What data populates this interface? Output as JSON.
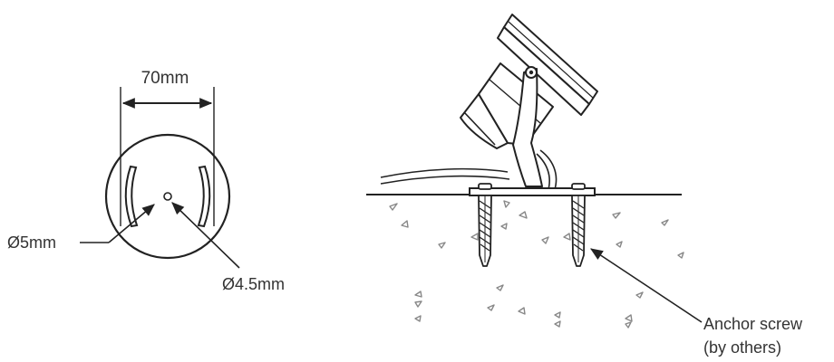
{
  "labels": {
    "width_dimension": "70mm",
    "slot_diameter": "Ø5mm",
    "center_hole_diameter": "Ø4.5mm",
    "anchor_line1": "Anchor screw",
    "anchor_line2": "(by others)"
  },
  "colors": {
    "line": "#222222",
    "aggregate": "#888888",
    "text": "#333333"
  }
}
